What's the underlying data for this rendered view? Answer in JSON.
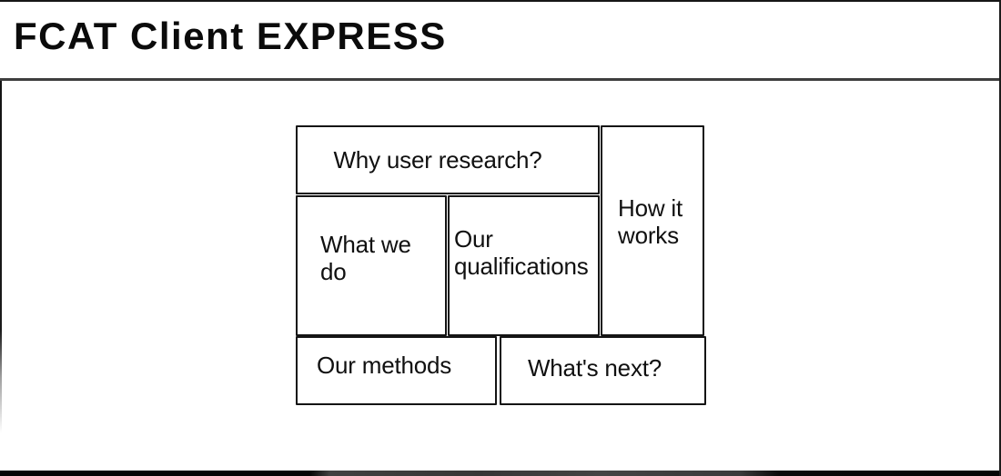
{
  "header": {
    "title": "FCAT Client EXPRESS"
  },
  "boxes": {
    "why": {
      "label": "Why user research?"
    },
    "how": {
      "label": "How it works"
    },
    "what": {
      "label": "What we do"
    },
    "qualifications": {
      "label": "Our qualifications"
    },
    "methods": {
      "label": "Our methods"
    },
    "next": {
      "label": "What's next?"
    }
  },
  "colors": {
    "background": "#ffffff",
    "box_border": "#141414",
    "header_separator": "#3e3e3e",
    "footer_bar": "#050505",
    "footer_bar_middle": "#3e3e3e",
    "text": "#101010"
  }
}
